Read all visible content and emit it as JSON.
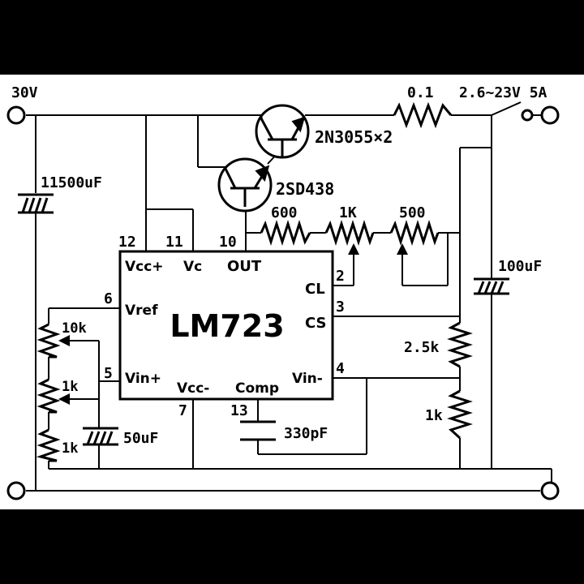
{
  "colors": {
    "frame": "#000000",
    "paper": "#ffffff",
    "ink": "#000000"
  },
  "terminals": {
    "input_voltage": "30V",
    "output_range": "2.6~23V 5A"
  },
  "components": {
    "shunt": "0.1",
    "pass_transistor": "2N3055×2",
    "driver_transistor": "2SD438",
    "input_cap": "11500uF",
    "output_cap": "100uF",
    "r600": "600",
    "pot1k": "1K",
    "pot500": "500",
    "pot10k": "10k",
    "pot1k_ref": "1k",
    "r1k_ref": "1k",
    "ref_cap": "50uF",
    "r2_5k": "2.5k",
    "r1k_div": "1k",
    "comp_cap": "330pF"
  },
  "ic": {
    "name": "LM723",
    "pins": {
      "vcc_plus": {
        "num": "12",
        "label": "Vcc+"
      },
      "vc": {
        "num": "11",
        "label": "Vc"
      },
      "out": {
        "num": "10",
        "label": "OUT"
      },
      "cl": {
        "num": "2",
        "label": "CL"
      },
      "cs": {
        "num": "3",
        "label": "CS"
      },
      "vin_minus": {
        "num": "4",
        "label": "Vin-"
      },
      "vref": {
        "num": "6",
        "label": "Vref"
      },
      "vin_plus": {
        "num": "5",
        "label": "Vin+"
      },
      "vcc_minus": {
        "num": "7",
        "label": "Vcc-"
      },
      "comp": {
        "num": "13",
        "label": "Comp"
      }
    }
  }
}
